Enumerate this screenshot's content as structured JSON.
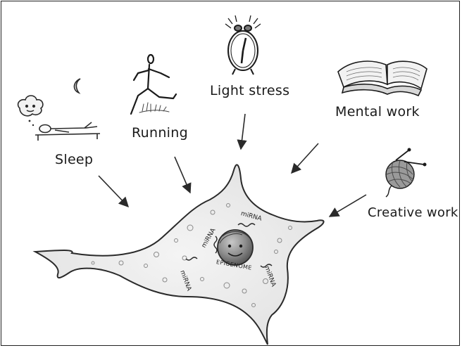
{
  "labels": {
    "sleep": "Sleep",
    "running": "Running",
    "light_stress": "Light stress",
    "mental_work": "Mental work",
    "creative_work": "Creative work"
  },
  "cell": {
    "mirna_labels": [
      "miRNA",
      "miRNA",
      "miRNA",
      "miRNA"
    ],
    "nucleus_label": "EPIGENOME"
  },
  "colors": {
    "line": "#2a2a2a",
    "cell_fill": "#ededed",
    "nucleus_fill": "#9a9a9a"
  },
  "icons": {
    "sleep": "sleeping-person-icon",
    "moon": "moon-icon",
    "cloud": "dream-cloud-icon",
    "running": "running-stick-figure-icon",
    "stress": "alarm-clock-icon",
    "mental": "open-book-icon",
    "creative": "yarn-ball-icon"
  }
}
